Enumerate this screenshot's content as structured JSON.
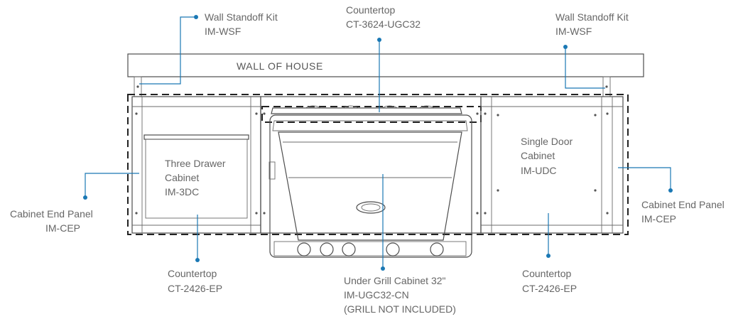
{
  "wall": {
    "label": "WALL OF HOUSE"
  },
  "callouts": {
    "wall_standoff_left": {
      "name": "Wall Standoff Kit",
      "sku": "IM-WSF"
    },
    "countertop_top": {
      "name": "Countertop",
      "sku": "CT-3624-UGC32"
    },
    "wall_standoff_right": {
      "name": "Wall Standoff Kit",
      "sku": "IM-WSF"
    },
    "three_drawer": {
      "line1": "Three Drawer",
      "line2": "Cabinet",
      "sku": "IM-3DC"
    },
    "single_door": {
      "line1": "Single Door",
      "line2": "Cabinet",
      "sku": "IM-UDC"
    },
    "end_panel_left": {
      "name": "Cabinet End Panel",
      "sku": "IM-CEP"
    },
    "end_panel_right": {
      "name": "Cabinet End Panel",
      "sku": "IM-CEP"
    },
    "countertop_left": {
      "name": "Countertop",
      "sku": "CT-2426-EP"
    },
    "countertop_right": {
      "name": "Countertop",
      "sku": "CT-2426-EP"
    },
    "under_grill": {
      "name": "Under Grill Cabinet 32\"",
      "sku": "IM-UGC32-CN",
      "note": "(GRILL NOT INCLUDED)"
    }
  },
  "colors": {
    "leader": "#1a78b4",
    "linework": "#4d4d4d",
    "text": "#666666"
  }
}
